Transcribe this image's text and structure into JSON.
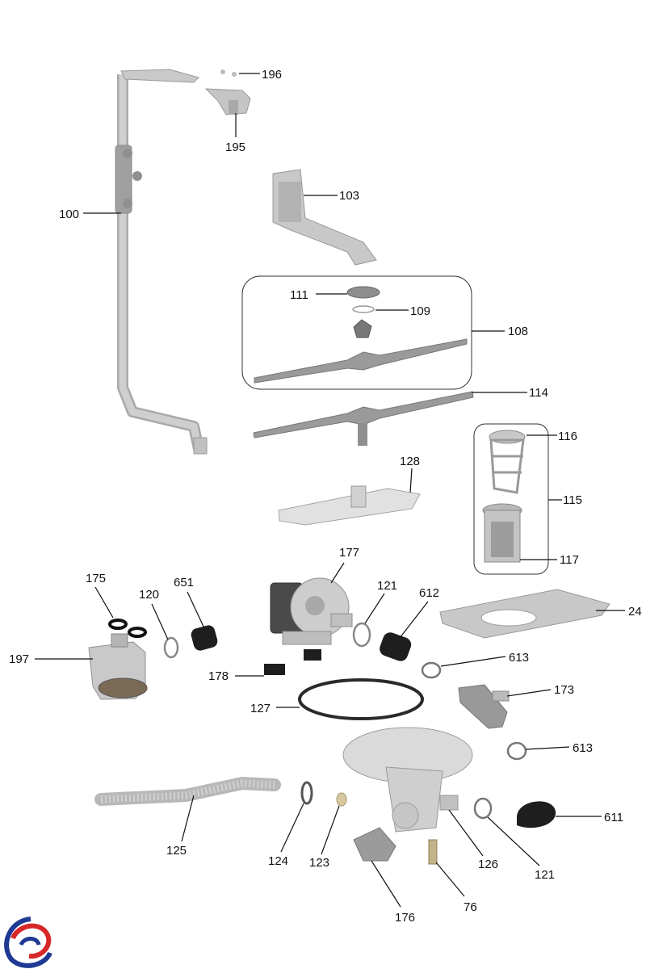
{
  "labels": {
    "l100": "100",
    "l196": "196",
    "l195": "195",
    "l103": "103",
    "l111": "111",
    "l109": "109",
    "l108": "108",
    "l114": "114",
    "l116": "116",
    "l115": "115",
    "l117": "117",
    "l128": "128",
    "l175": "175",
    "l120": "120",
    "l651": "651",
    "l177": "177",
    "l121a": "121",
    "l612": "612",
    "l24": "24",
    "l197": "197",
    "l178": "178",
    "l613a": "613",
    "l173": "173",
    "l127": "127",
    "l613b": "613",
    "l125": "125",
    "l124": "124",
    "l123": "123",
    "l611": "611",
    "l126": "126",
    "l121b": "121",
    "l76": "76",
    "l176": "176"
  },
  "logo": {
    "icon": "brand-swirl-logo",
    "colors": [
      "#1f3a93",
      "#d62828"
    ]
  }
}
